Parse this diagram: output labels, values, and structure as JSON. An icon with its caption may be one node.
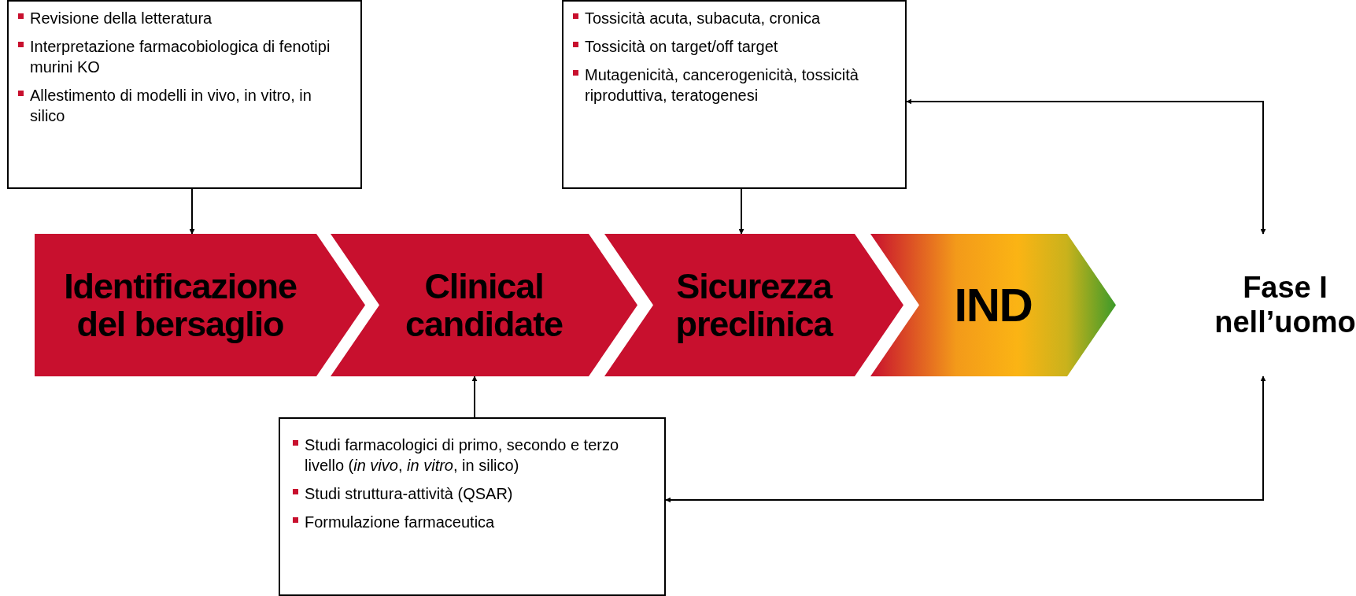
{
  "diagram": {
    "nodes": [
      {
        "text": [
          "Revisione della letteratura",
          "Interpretazione farmacobiologica di fenotipi murini KO",
          "Allestimento di modelli in vivo, in vitro, in silico"
        ]
      },
      {
        "text": [
          "Tossicità acuta, subacuta, cronica",
          "Tossicità on target/off target",
          "Mutagenicità, cancerogenicità, tossicità riproduttiva, teratogenesi"
        ]
      },
      {
        "text": [
          "Studi farmacologici di primo, secondo e terzo livello (*in vivo*, *in vitro*, in silico)",
          "Studi struttura-attività (QSAR)",
          "Formulazione farmaceutica"
        ]
      },
      {
        "text": [
          "Identificazione del bersaglio"
        ]
      },
      {
        "text": [
          "Clinical candidate"
        ]
      },
      {
        "text": [
          "Sicurezza preclinica"
        ]
      },
      {
        "text": [
          "IND"
        ]
      },
      {
        "text": [
          "Fase I nell’uomo"
        ]
      }
    ],
    "edges": [
      {
        "from": 0,
        "to": 3,
        "arrow": "to"
      },
      {
        "from": 1,
        "to": 5,
        "arrow": "to"
      },
      {
        "from": 2,
        "to": 4,
        "arrow": "to"
      },
      {
        "from": 1,
        "to": 7,
        "arrow": "both"
      },
      {
        "from": 2,
        "to": 7,
        "arrow": "both"
      }
    ]
  }
}
